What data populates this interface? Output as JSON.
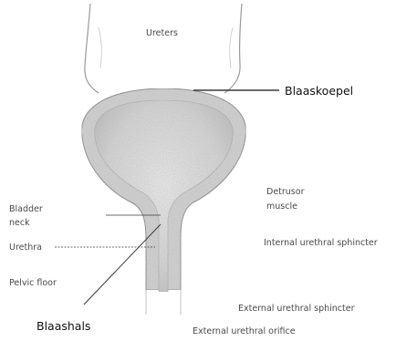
{
  "labels": {
    "ureters": "Ureters",
    "blaaskoepel": "Blaaskoepel",
    "detrusor_line1": "Detrusor",
    "detrusor_line2": "muscle",
    "bladder_neck_line1": "Bladder",
    "bladder_neck_line2": "neck",
    "urethra": "Urethra",
    "internal_sphincter": "Internal urethral sphincter",
    "pelvic_floor": "Pelvic floor",
    "external_sphincter": "External urethral sphincter",
    "blaashals": "Blaashals",
    "external_orifice": "External urethral orifice"
  },
  "colors": {
    "tissue_fill": "#d9d9d9",
    "tissue_outline": "#8a8a8a",
    "leader_line": "#3a3a3a",
    "label_text": "#4a4a4a",
    "bold_label_text": "#111111"
  }
}
